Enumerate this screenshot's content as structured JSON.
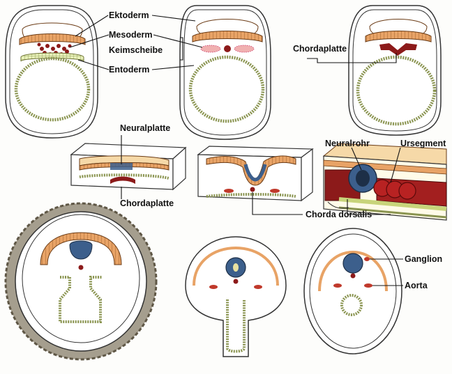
{
  "labels": {
    "ektoderm": "Ektoderm",
    "mesoderm": "Mesoderm",
    "keimscheibe": "Keimscheibe",
    "entoderm": "Entoderm",
    "chordaplatte_top": "Chordaplatte",
    "neuralplatte": "Neuralplatte",
    "chordaplatte_mid": "Chordaplatte",
    "neuralrohr": "Neuralrohr",
    "ursegment": "Ursegment",
    "chorda_dorsalis": "Chorda dorsalis",
    "ganglion": "Ganglion",
    "aorta": "Aorta"
  },
  "colors": {
    "ektoderm": "#e8a366",
    "ektoderm_cap": "#f3cfa0",
    "mesoderm": "#8c1a1a",
    "entoderm": "#c8d47a",
    "neural": "#3c5f8c",
    "chorion": "#a59e8e",
    "yolk_tissue": "#f6e7b0"
  }
}
